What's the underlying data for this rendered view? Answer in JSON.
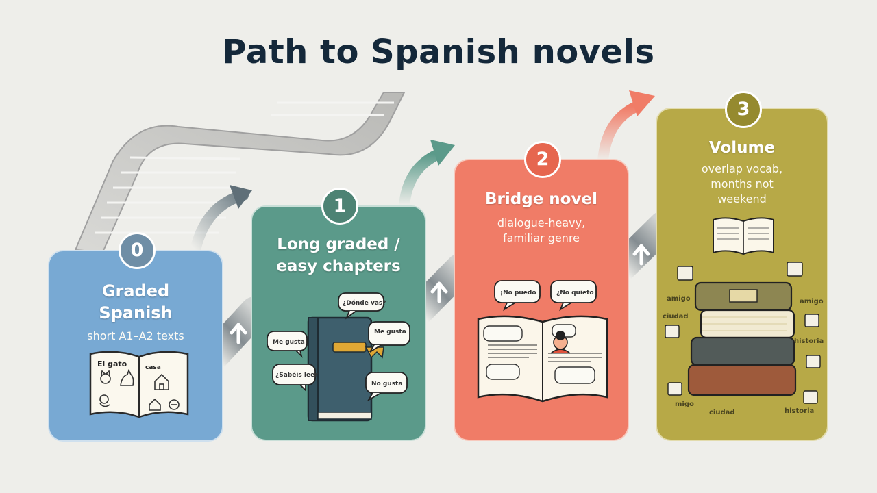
{
  "title": "Path to Spanish novels",
  "colors": {
    "background": "#eeeeea",
    "title": "#14283a",
    "stage0": "#78a9d3",
    "stage1": "#5b9a8a",
    "stage2": "#f07c67",
    "stage3": "#b7a947"
  },
  "stages": [
    {
      "number": "0",
      "title_lines": [
        "Graded",
        "Spanish"
      ],
      "subtitle_lines": [
        "short A1–A2 texts"
      ],
      "book_words": [
        "El gato",
        "casa"
      ]
    },
    {
      "number": "1",
      "title_lines": [
        "Long graded /",
        "easy chapters"
      ],
      "subtitle_lines": [],
      "bubbles": [
        "¿Dónde vas?",
        "Me gusta",
        "Me gusta",
        "¿Sabéis leer",
        "No gusta"
      ]
    },
    {
      "number": "2",
      "title_lines": [
        "Bridge novel"
      ],
      "subtitle_lines": [
        "dialogue-heavy,",
        "familiar genre"
      ],
      "bubbles": [
        "¡No puedo",
        "¿No quieto"
      ]
    },
    {
      "number": "3",
      "title_lines": [
        "Volume"
      ],
      "subtitle_lines": [
        "overlap vocab,",
        "months not",
        "weekend"
      ],
      "scatter_words": [
        "amigo",
        "amigo",
        "ciudad",
        "historia",
        "historia",
        "ciudad",
        "migo"
      ]
    }
  ]
}
